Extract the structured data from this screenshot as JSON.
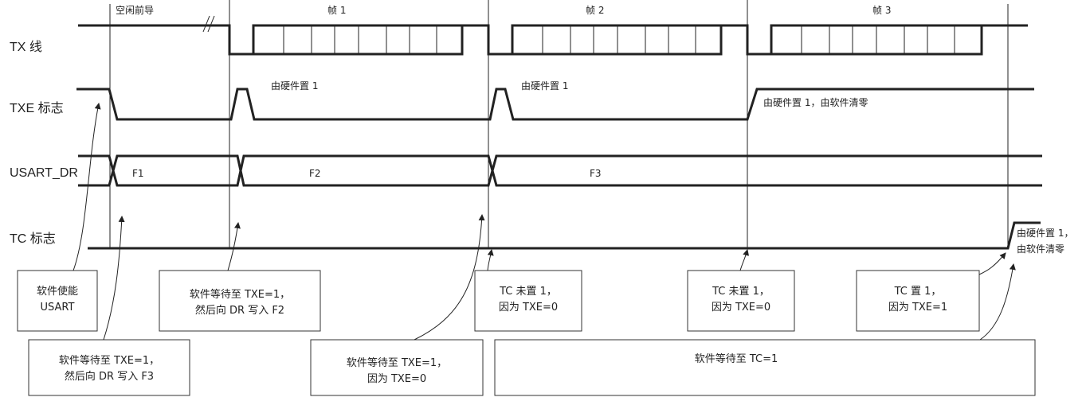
{
  "signals": {
    "tx": "TX 线",
    "txe": "TXE 标志",
    "usart_dr": "USART_DR",
    "tc": "TC 标志"
  },
  "phases": {
    "idle": "空闲前导",
    "frame1": "帧 1",
    "frame2": "帧 2",
    "frame3": "帧 3"
  },
  "notes": {
    "txe_set_1": "由硬件置 1",
    "txe_set_2": "由硬件置 1",
    "txe_set_clear": "由硬件置 1，由软件清零",
    "tc_set_line1": "由硬件置 1，",
    "tc_set_line2": "由软件清零"
  },
  "dr_values": [
    "F1",
    "F2",
    "F3"
  ],
  "boxes": {
    "enable_usart": [
      "软件使能",
      "USART"
    ],
    "wait_f2": [
      "软件等待至 TXE=1，",
      "然后向 DR 写入 F2"
    ],
    "tc_not_set_1": [
      "TC 未置 1，",
      "因为 TXE=0"
    ],
    "tc_not_set_2": [
      "TC 未置 1，",
      "因为 TXE=0"
    ],
    "tc_set": [
      "TC 置 1，",
      "因为 TXE=1"
    ],
    "wait_f3": [
      "软件等待至 TXE=1，",
      "然后向 DR 写入 F3"
    ],
    "wait_txe": [
      "软件等待至 TXE=1，",
      "因为 TXE=0"
    ],
    "wait_tc": [
      "软件等待至 TC=1"
    ]
  }
}
